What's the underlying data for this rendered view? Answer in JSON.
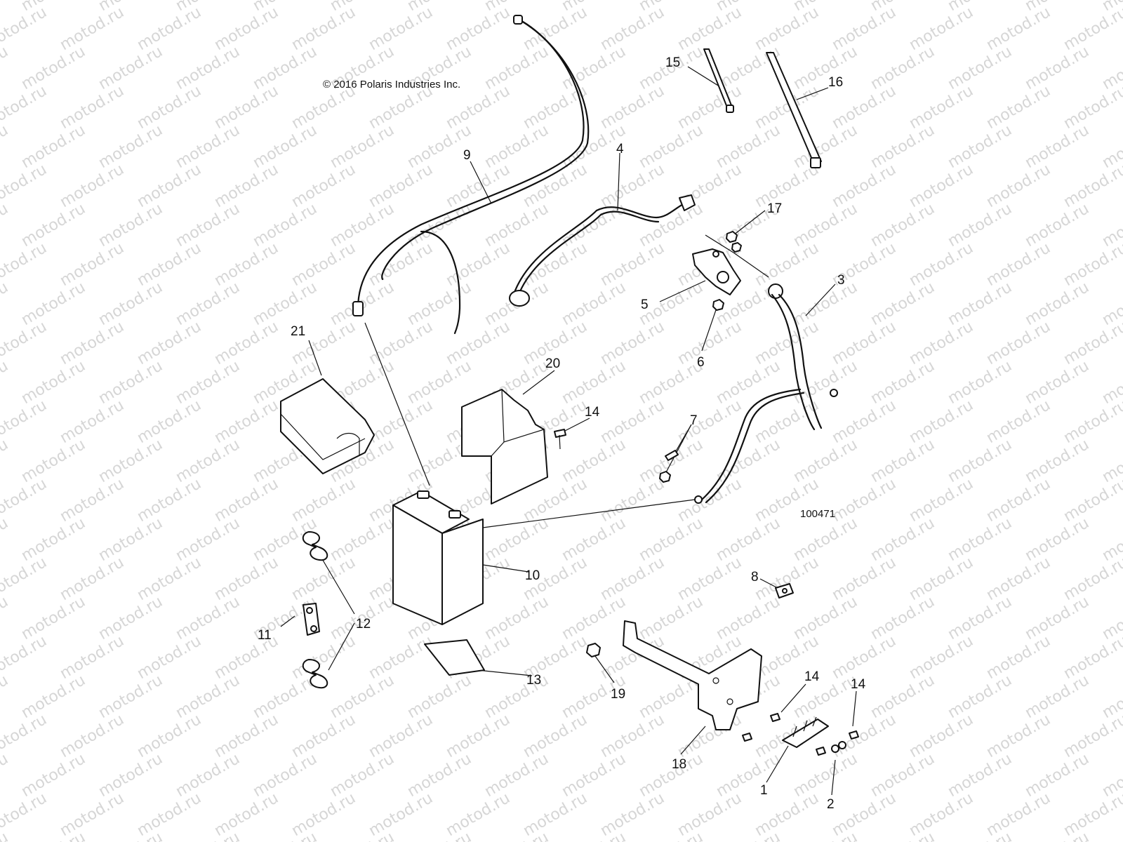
{
  "copyright": "© 2016 Polaris Industries Inc.",
  "diagram_id": "100471",
  "watermark": "motod.ru",
  "callouts": [
    {
      "id": "c1",
      "label": "1"
    },
    {
      "id": "c2",
      "label": "2"
    },
    {
      "id": "c3",
      "label": "3"
    },
    {
      "id": "c4",
      "label": "4"
    },
    {
      "id": "c5",
      "label": "5"
    },
    {
      "id": "c6",
      "label": "6"
    },
    {
      "id": "c7",
      "label": "7"
    },
    {
      "id": "c8",
      "label": "8"
    },
    {
      "id": "c9",
      "label": "9"
    },
    {
      "id": "c10",
      "label": "10"
    },
    {
      "id": "c11",
      "label": "11"
    },
    {
      "id": "c12",
      "label": "12"
    },
    {
      "id": "c13",
      "label": "13"
    },
    {
      "id": "c14a",
      "label": "14"
    },
    {
      "id": "c14b",
      "label": "14"
    },
    {
      "id": "c14c",
      "label": "14"
    },
    {
      "id": "c15",
      "label": "15"
    },
    {
      "id": "c16",
      "label": "16"
    },
    {
      "id": "c17",
      "label": "17"
    },
    {
      "id": "c18",
      "label": "18"
    },
    {
      "id": "c19",
      "label": "19"
    },
    {
      "id": "c20",
      "label": "20"
    },
    {
      "id": "c21",
      "label": "21"
    }
  ]
}
